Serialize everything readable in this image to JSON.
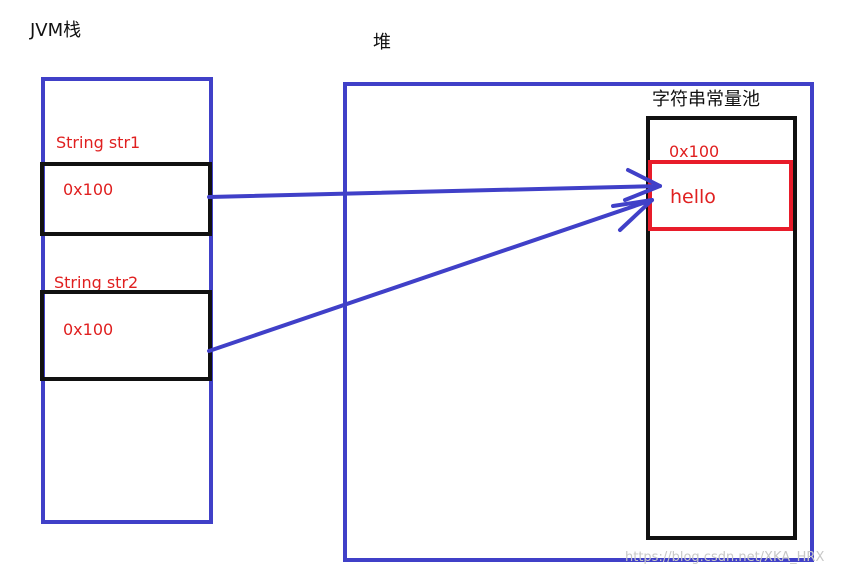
{
  "stack": {
    "title": "JVM栈",
    "vars": [
      {
        "label": "String str1",
        "value": "0x100"
      },
      {
        "label": "String str2",
        "value": "0x100"
      }
    ]
  },
  "heap": {
    "title": "堆",
    "pool": {
      "title": "字符串常量池",
      "address": "0x100",
      "string_value": "hello"
    }
  },
  "watermark": "https://blog.csdn.net/XKA_HRX",
  "colors": {
    "blue": "#4040c8",
    "black": "#111111",
    "red": "#e81c2a"
  }
}
